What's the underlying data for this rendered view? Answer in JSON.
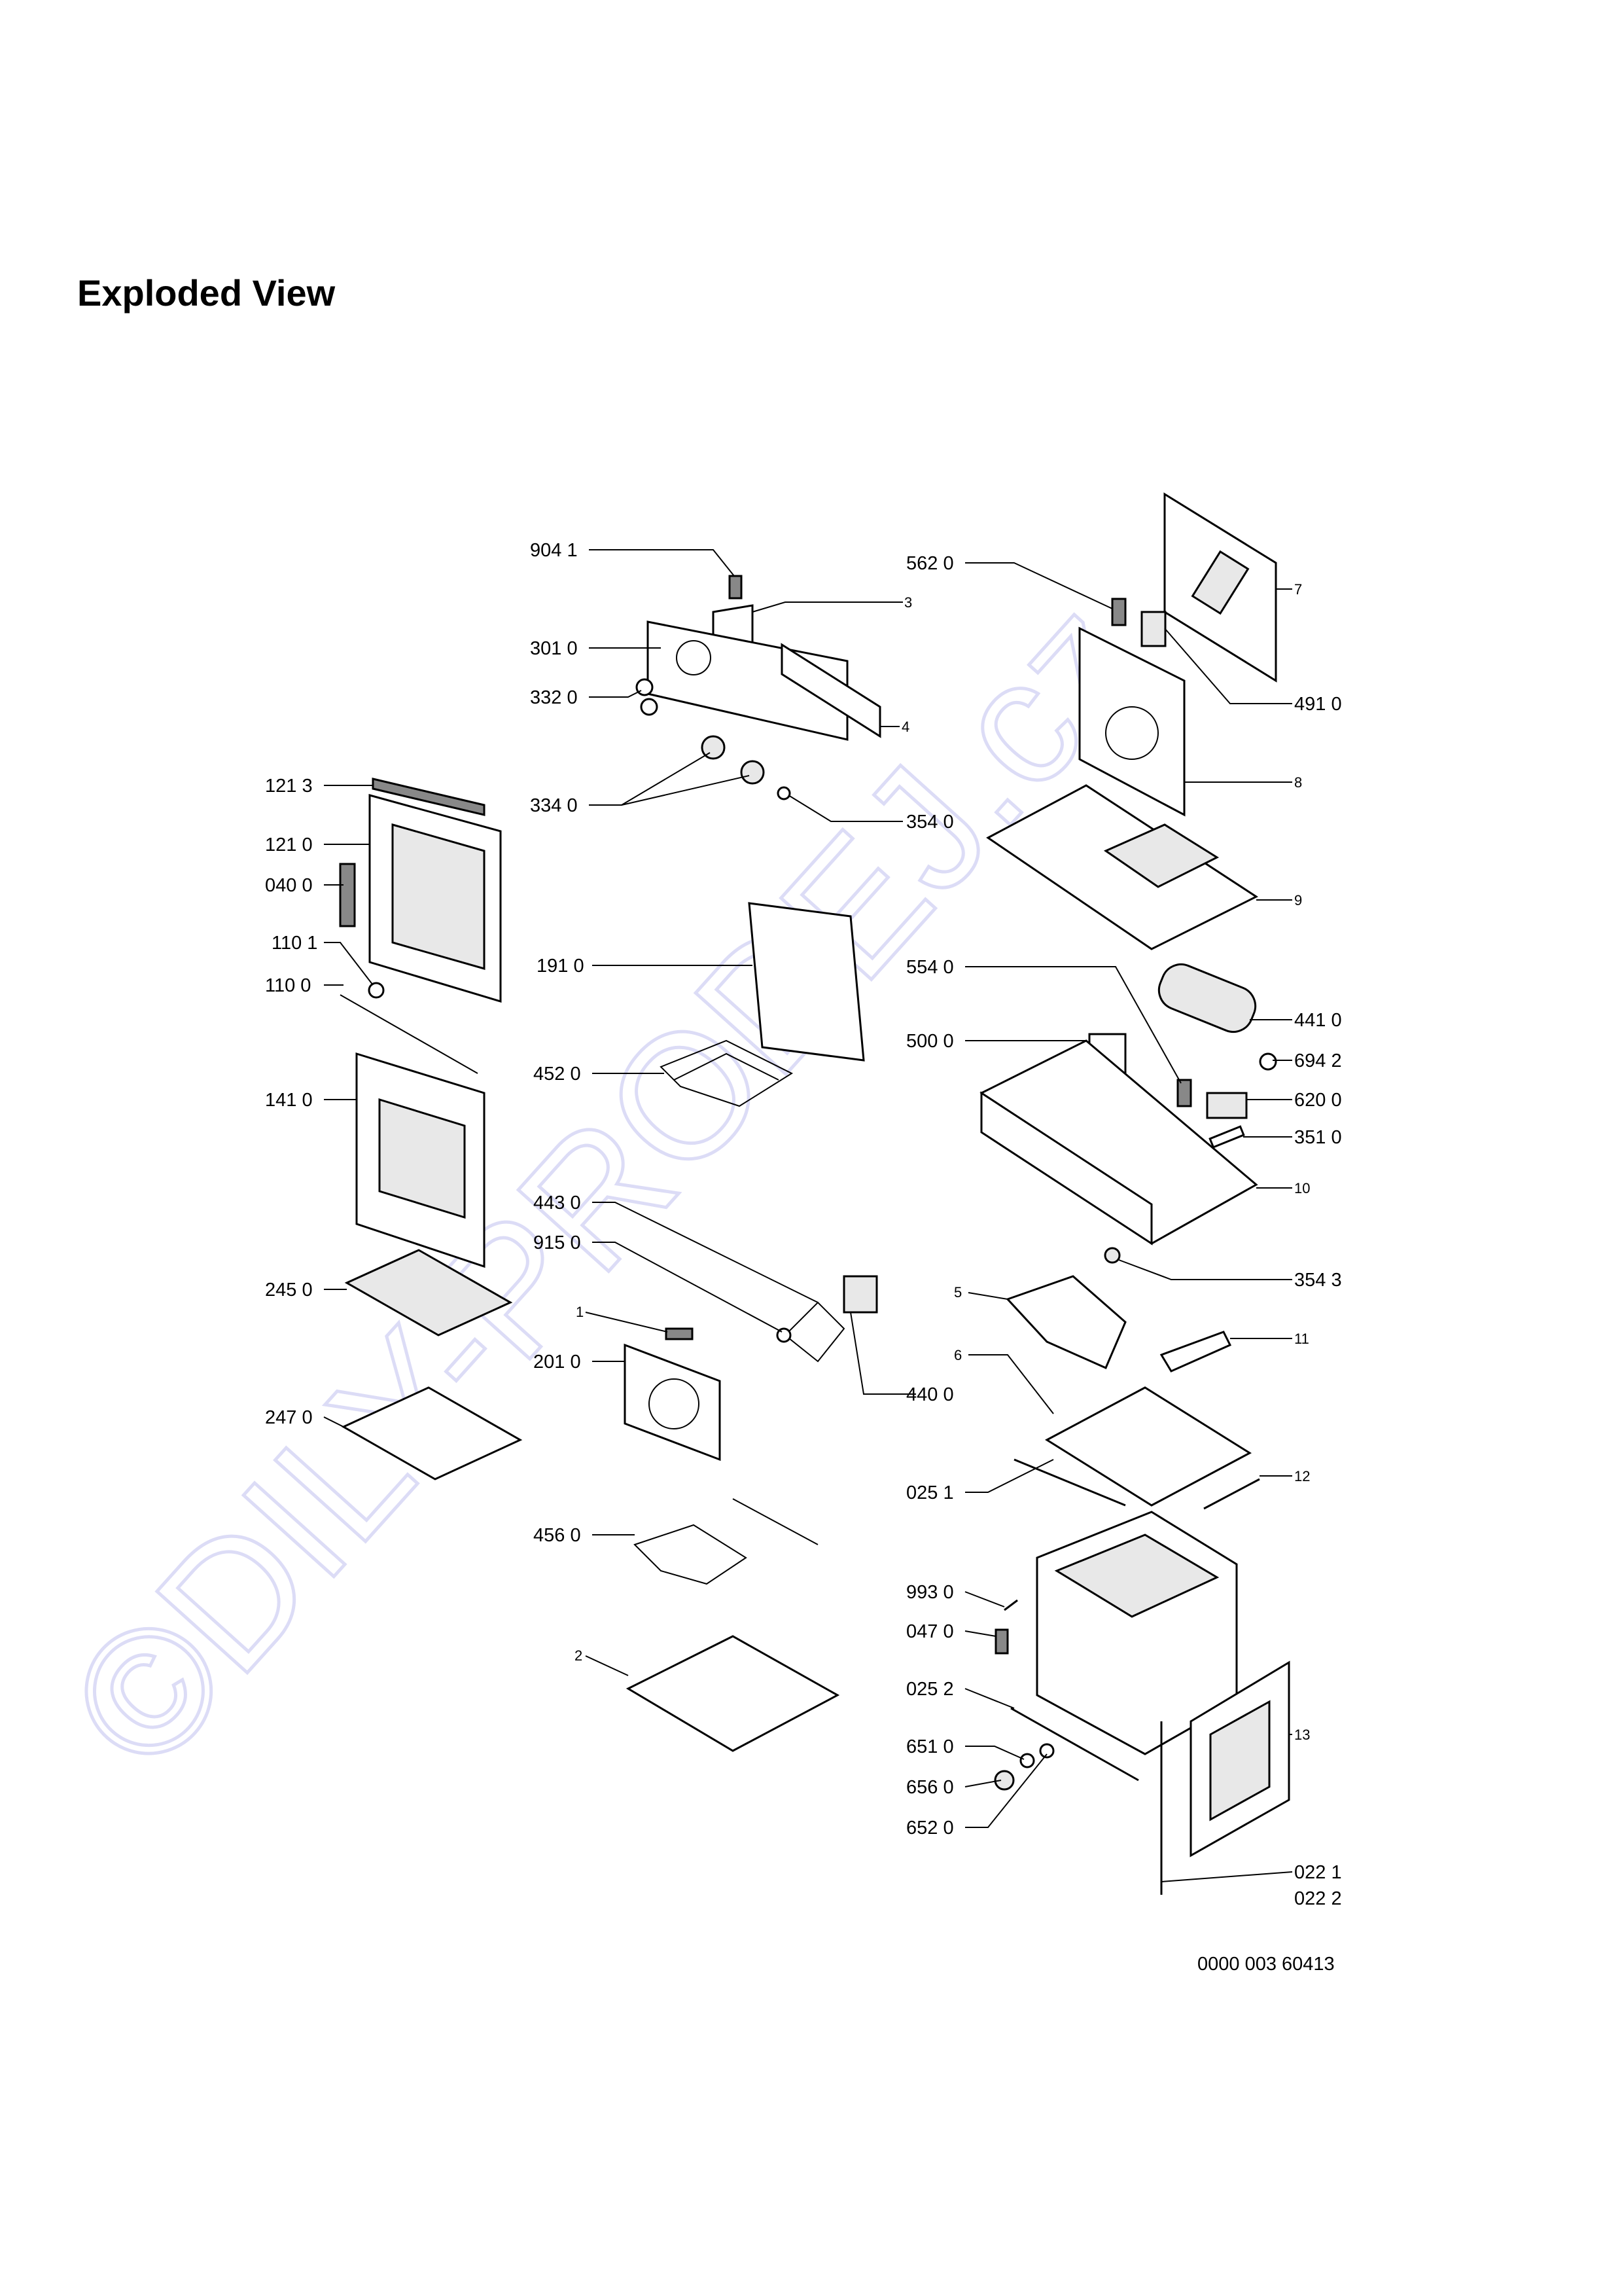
{
  "title": "Exploded View",
  "document_number": "0000 003 60413",
  "watermark": {
    "text": "©DILY-PRODEJ.cz",
    "color": "#e6e6fb"
  },
  "parts": {
    "p9041": "904 1",
    "p3": "3",
    "p3010": "301 0",
    "p3320": "332 0",
    "p4": "4",
    "p3340": "334 0",
    "p3540": "354 0",
    "p5620": "562 0",
    "p7": "7",
    "p4910": "491 0",
    "p8": "8",
    "p9": "9",
    "p1213": "121 3",
    "p1210": "121 0",
    "p0400": "040 0",
    "p1101": "110 1",
    "p1100": "110 0",
    "p1910": "191 0",
    "p5540": "554 0",
    "p4410": "441 0",
    "p5000": "500 0",
    "p6942": "694 2",
    "p4520": "452 0",
    "p6200": "620 0",
    "p3510": "351 0",
    "p1410": "141 0",
    "p10": "10",
    "p4430": "443 0",
    "p9150": "915 0",
    "p3543": "354 3",
    "p2450": "245 0",
    "p5": "5",
    "p1": "1",
    "p11": "11",
    "p2010": "201 0",
    "p6": "6",
    "p4400": "440 0",
    "p2470": "247 0",
    "p0251": "025 1",
    "p12": "12",
    "p4560": "456 0",
    "p9930": "993 0",
    "p0470": "047 0",
    "p2": "2",
    "p0252": "025 2",
    "p13": "13",
    "p6510": "651 0",
    "p6560": "656 0",
    "p6520": "652 0",
    "p0221": "022 1",
    "p0222": "022 2"
  }
}
